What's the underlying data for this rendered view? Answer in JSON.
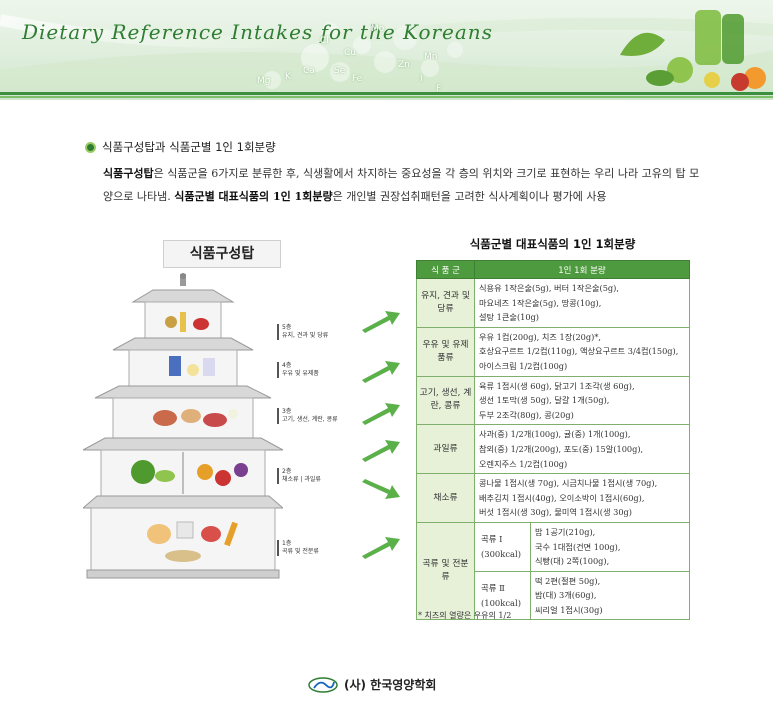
{
  "banner": {
    "title": "Dietary Reference Intakes for the Koreans",
    "elements": [
      "Mo",
      "Mg",
      "K",
      "Ca",
      "Se",
      "Cu",
      "Cl",
      "Fe",
      "Zn",
      "I",
      "F",
      "Mn"
    ]
  },
  "section": {
    "heading": "식품구성탑과 식품군별 1인 1회분량",
    "para_part1_bold": "식품구성탑",
    "para_part1": "은 식품군을 6가지로 분류한 후, 식생활에서 차지하는 중요성을 각 층의 위치와 크기로 표현하는 우리 나라 고유의 탑 모양으로 나타냄. ",
    "para_part2_bold": "식품군별 대표식품의 1인 1회분량",
    "para_part2": "은 개인별 권장섭취패턴을 고려한 식사계획이나 평가에 사용"
  },
  "pyramid": {
    "title": "식품구성탑",
    "tiers": [
      {
        "floor": "5층",
        "desc": "유지, 견과 및 당류"
      },
      {
        "floor": "4층",
        "desc": "우유 및 유제품"
      },
      {
        "floor": "3층",
        "desc": "고기, 생선, 계란, 콩류"
      },
      {
        "floor": "2층",
        "desc": "채소류 | 과일류"
      },
      {
        "floor": "1층",
        "desc": "곡류 및 전분류"
      }
    ]
  },
  "table": {
    "title": "식품군별 대표식품의 1인 1회분량",
    "headers": [
      "식 품 군",
      "1인 1회 분량"
    ],
    "rows": [
      {
        "group": "유지, 견과 및 당류",
        "items": [
          "식용유 1작은술(5g), 버터 1작은술(5g),",
          "마요네즈 1작은술(5g), 땅콩(10g),",
          "설탕 1큰술(10g)"
        ]
      },
      {
        "group": "우유 및 유제품류",
        "items": [
          "우유 1컵(200g), 치즈 1장(20g)*,",
          "호상요구르트 1/2컵(110g), 액상요구르트 3/4컵(150g),",
          "아이스크림 1/2컵(100g)"
        ]
      },
      {
        "group": "고기, 생선, 계란, 콩류",
        "items": [
          "육류 1접시(생 60g), 닭고기 1조각(생 60g),",
          "생선 1토막(생 50g), 달걀 1개(50g),",
          "두부 2조각(80g), 콩(20g)"
        ]
      },
      {
        "group": "과일류",
        "items": [
          "사과(중) 1/2개(100g), 귤(중) 1개(100g),",
          "참외(중) 1/2개(200g), 포도(중) 15알(100g),",
          "오렌지주스 1/2컵(100g)"
        ]
      },
      {
        "group": "채소류",
        "items": [
          "콩나물 1접시(생 70g), 시금치나물 1접시(생 70g),",
          "배추김치 1접시(40g), 오이소박이 1접시(60g),",
          "버섯 1접시(생 30g), 물미역 1접시(생 30g)"
        ]
      }
    ],
    "grain": {
      "group": "곡류 및 전분류",
      "sub1": {
        "label": "곡류 Ⅰ",
        "kcal": "(300kcal)",
        "items": [
          "밥 1공기(210g),",
          "국수 1대접(건면 100g),",
          "식빵(대) 2쪽(100g),"
        ]
      },
      "sub2": {
        "label": "곡류 Ⅱ",
        "kcal": "(100kcal)",
        "items": [
          "떡 2편(절편 50g),",
          "밤(대) 3개(60g),",
          "씨리얼 1접시(30g)"
        ]
      }
    },
    "note": "* 치즈의 열량은 우유의 1/2"
  },
  "footer": {
    "org": "(사) 한국영양학회"
  },
  "colors": {
    "accent": "#4e9a3e",
    "group_bg": "#e6f1d8",
    "border": "#7fb06b",
    "arrow": "#5bb04a"
  }
}
